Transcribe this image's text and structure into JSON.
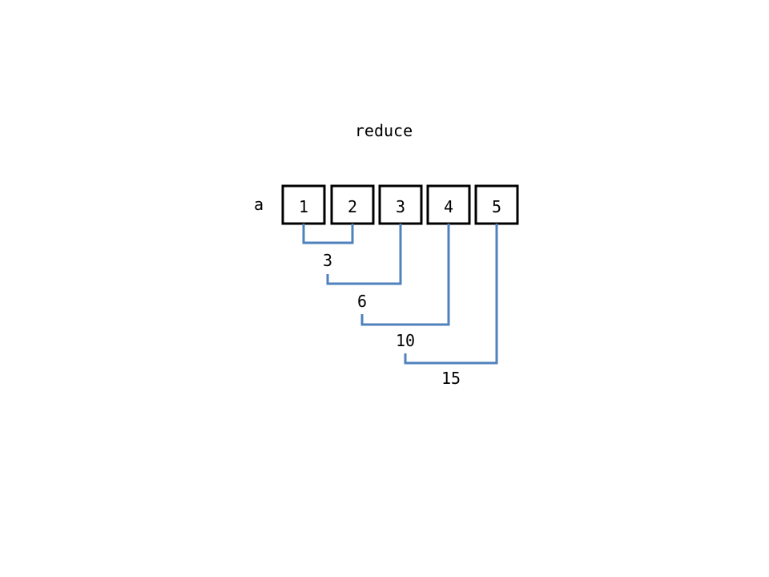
{
  "title": "reduce",
  "array_label": "a",
  "array": [
    "1",
    "2",
    "3",
    "4",
    "5"
  ],
  "partial_sums": [
    "3",
    "6",
    "10",
    "15"
  ],
  "colors": {
    "box_border": "#000000",
    "connector": "#4f81bd",
    "text": "#000000"
  }
}
